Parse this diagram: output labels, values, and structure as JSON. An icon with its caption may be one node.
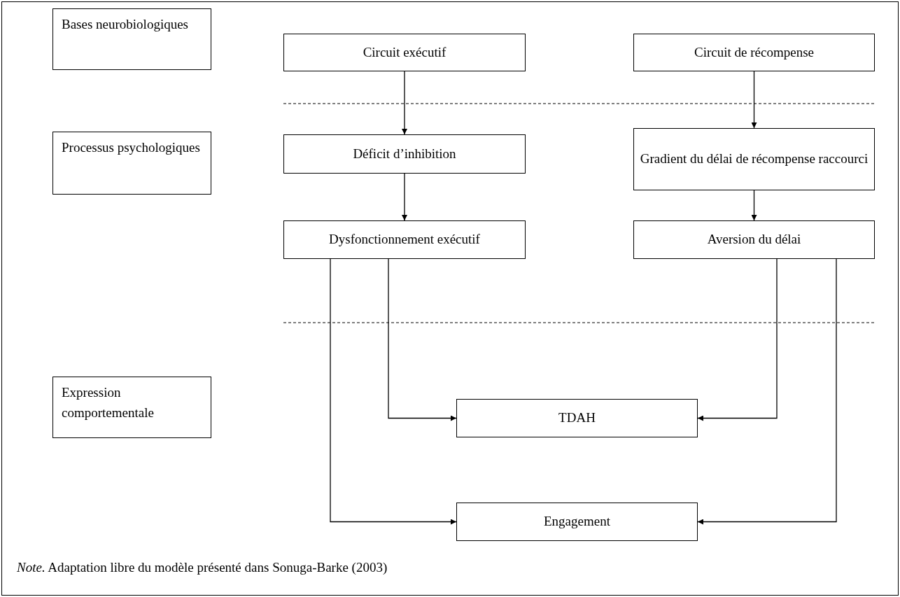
{
  "diagram": {
    "caption": "*Note.* Adaptation libre du modèle présenté dans Sonuga-Barke (2003)",
    "nodes": [
      {
        "text": [
          "Bases neurobiologiques"
        ]
      },
      {
        "text": [
          "Circuit exécutif"
        ]
      },
      {
        "text": [
          "Circuit de récompense"
        ]
      },
      {
        "text": [
          "Processus psychologiques"
        ]
      },
      {
        "text": [
          "Déficit d’inhibition"
        ]
      },
      {
        "text": [
          "Gradient du délai de récompense raccourci"
        ]
      },
      {
        "text": [
          "Dysfonctionnement exécutif"
        ]
      },
      {
        "text": [
          "Aversion du délai"
        ]
      },
      {
        "text": [
          "Expression comportementale"
        ]
      },
      {
        "text": [
          "TDAH"
        ]
      },
      {
        "text": [
          "Engagement"
        ]
      }
    ],
    "edges": [
      {
        "from": 1,
        "to": 4,
        "arrow": "to"
      },
      {
        "from": 2,
        "to": 5,
        "arrow": "to"
      },
      {
        "from": 4,
        "to": 6,
        "arrow": "to"
      },
      {
        "from": 5,
        "to": 7,
        "arrow": "to"
      },
      {
        "from": 6,
        "to": 9,
        "arrow": "to"
      },
      {
        "from": 6,
        "to": 10,
        "arrow": "to"
      },
      {
        "from": 7,
        "to": 9,
        "arrow": "to"
      },
      {
        "from": 7,
        "to": 10,
        "arrow": "to"
      }
    ]
  }
}
